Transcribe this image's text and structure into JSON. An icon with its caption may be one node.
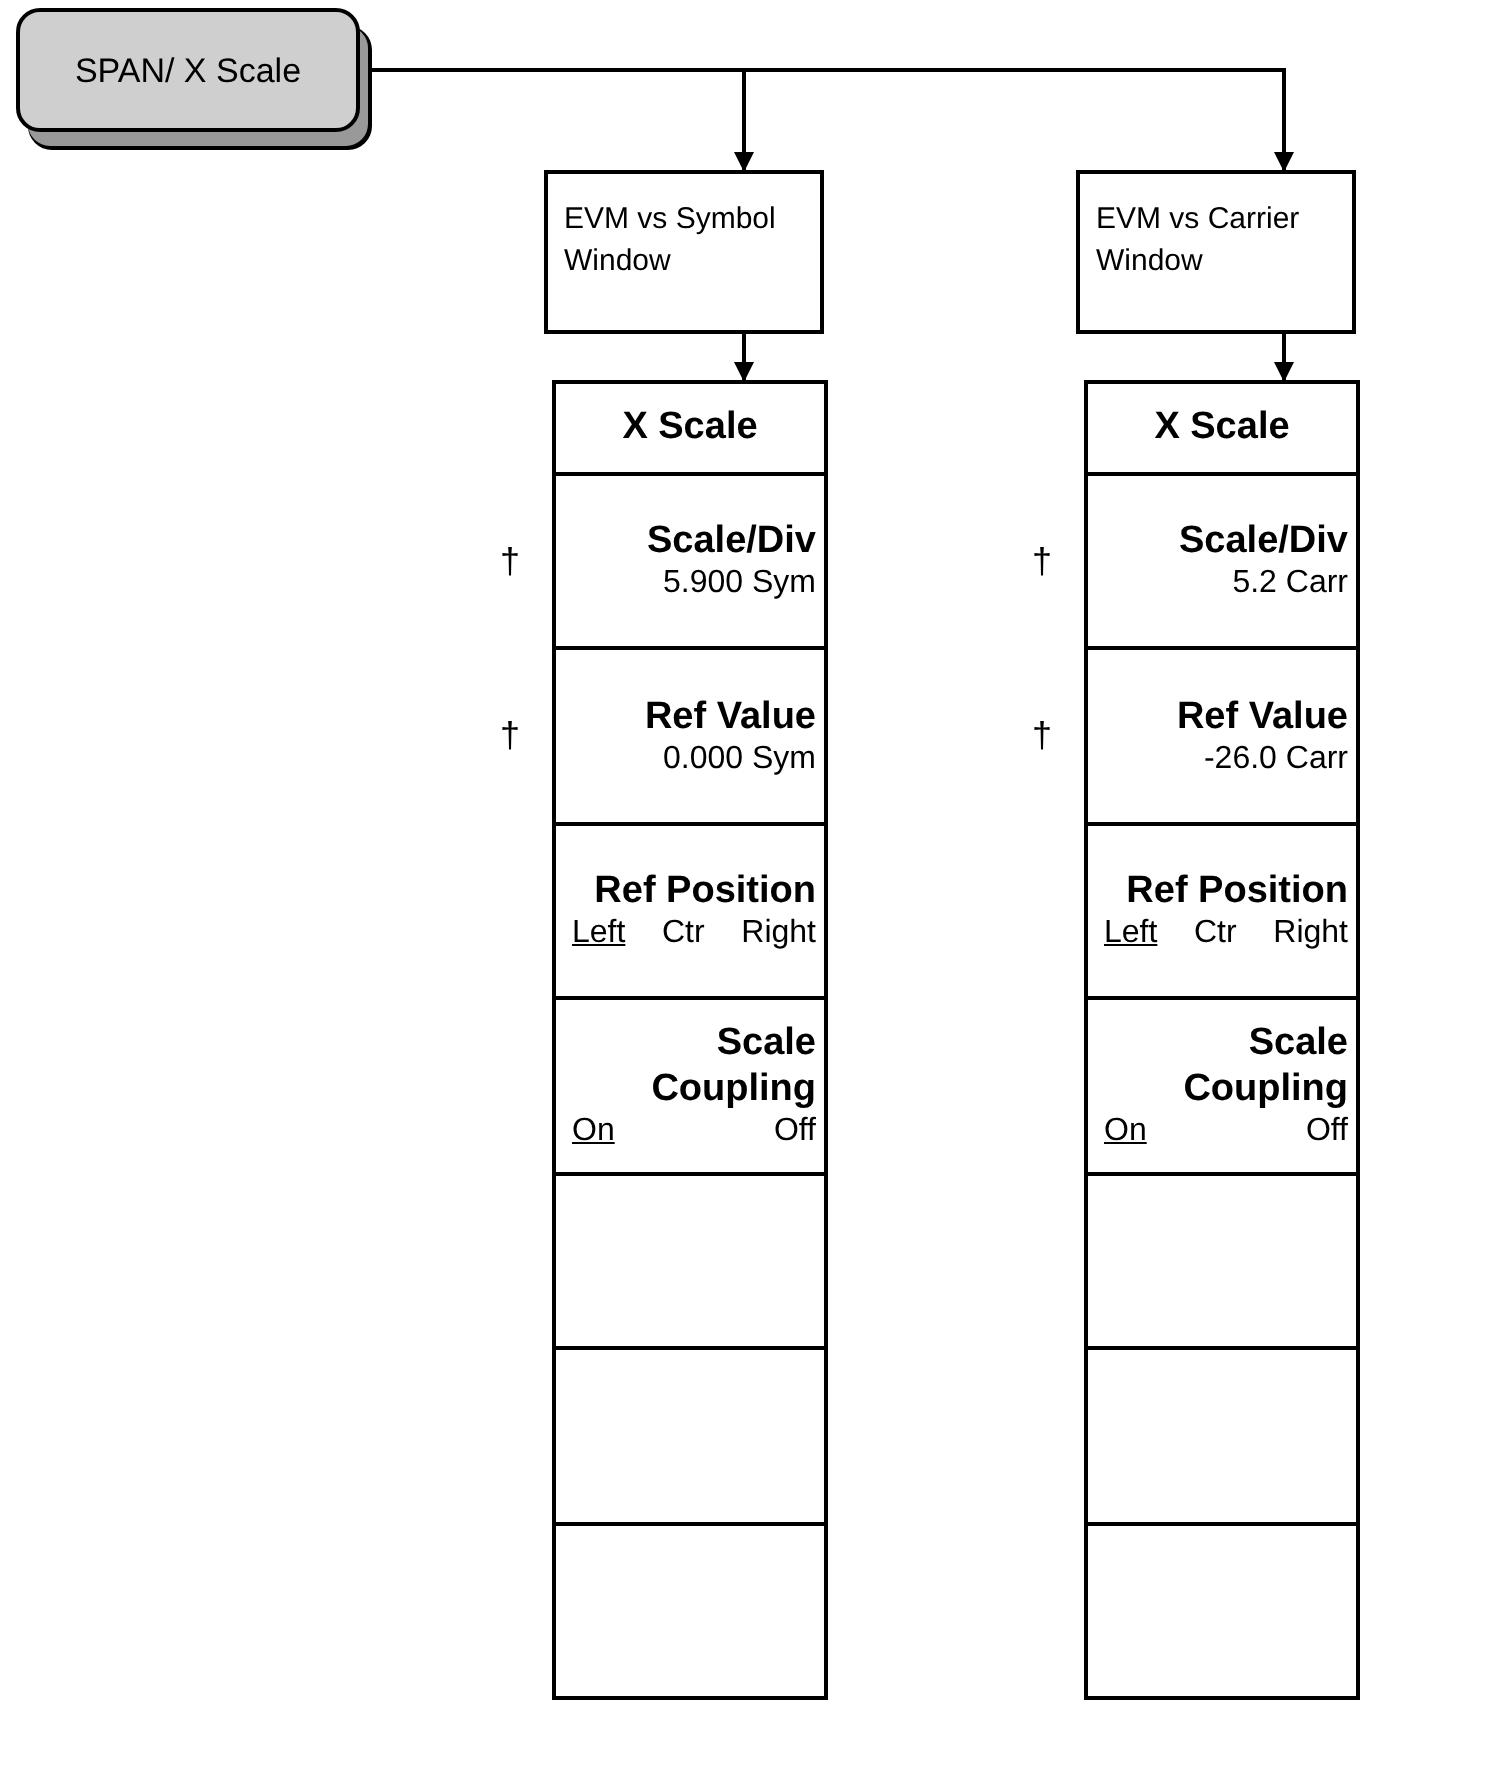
{
  "diagram": {
    "nodes": [
      {
        "text": [
          "SPAN/ X Scale"
        ]
      },
      {
        "text": [
          "EVM vs Symbol Window"
        ]
      },
      {
        "text": [
          "EVM vs Carrier Window"
        ]
      },
      {
        "text": [
          "X Scale"
        ]
      },
      {
        "text": [
          "Scale/Div",
          "5.900 Sym"
        ],
        "in": 3,
        "beside": [
          "†"
        ]
      },
      {
        "text": [
          "Ref Value",
          "0.000 Sym"
        ],
        "in": 3,
        "beside": [
          "†"
        ]
      },
      {
        "text": [
          "Ref Position",
          "Left",
          "Ctr",
          "Right"
        ],
        "in": 3
      },
      {
        "text": [
          "Scale Coupling",
          "On",
          "Off"
        ],
        "in": 3
      },
      {
        "text": [],
        "shape": "box",
        "in": 3
      },
      {
        "text": [],
        "shape": "box",
        "in": 3
      },
      {
        "text": [],
        "shape": "box",
        "in": 3
      },
      {
        "text": [
          "X Scale"
        ]
      },
      {
        "text": [
          "Scale/Div",
          "5.2 Carr"
        ],
        "in": 11,
        "beside": [
          "†"
        ]
      },
      {
        "text": [
          "Ref Value",
          "-26.0 Carr"
        ],
        "in": 11,
        "beside": [
          "†"
        ]
      },
      {
        "text": [
          "Ref Position",
          "Left",
          "Ctr",
          "Right"
        ],
        "in": 11
      },
      {
        "text": [
          "Scale Coupling",
          "On",
          "Off"
        ],
        "in": 11
      },
      {
        "text": [],
        "shape": "box",
        "in": 11
      },
      {
        "text": [],
        "shape": "box",
        "in": 11
      },
      {
        "text": [],
        "shape": "box",
        "in": 11
      }
    ],
    "edges": [
      {
        "from": 0,
        "to": 1,
        "arrow": "to"
      },
      {
        "from": 0,
        "to": 2,
        "arrow": "to"
      },
      {
        "from": 1,
        "to": 3,
        "arrow": "to"
      },
      {
        "from": 2,
        "to": 11,
        "arrow": "to"
      }
    ]
  }
}
